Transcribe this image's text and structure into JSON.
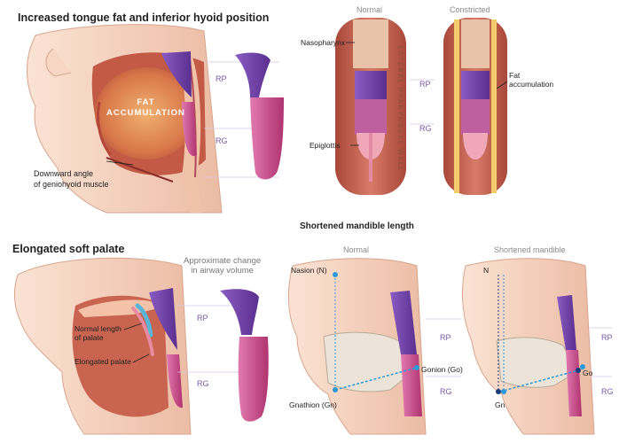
{
  "panels": {
    "tongue": {
      "title": "Increased tongue fat and inferior hyoid position",
      "fat_label": [
        "FAT",
        "ACCUMULATION"
      ],
      "callout": [
        "Downward angle",
        "of geniohyoid muscle"
      ],
      "rp": "RP",
      "rg": "RG"
    },
    "airway_section": {
      "normal_label": "Normal",
      "constricted_label": "Constricted",
      "nasopharynx": "Nasopharynx",
      "epiglottis": "Epiglottis",
      "fat_accumulation": [
        "Fat",
        "accumulation"
      ],
      "lateral_wall": "LATERAL PHARYNGEAL WALL",
      "rp": "RP",
      "rg": "RG"
    },
    "palate": {
      "title": "Elongated soft palate",
      "approx_change": [
        "Approximate change",
        "in airway volume"
      ],
      "normal_palate": [
        "Normal length",
        "of palate"
      ],
      "elongated_palate": "Elongated palate",
      "rp": "RP",
      "rg": "RG"
    },
    "mandible": {
      "title": "Shortened mandible length",
      "normal_label": "Normal",
      "shortened_label": "Shortened mandible",
      "nasion": "Nasion (N)",
      "gonion": "Gonion (Go)",
      "gnathion": "Gnathion (Gn)",
      "n_short": "N",
      "go_short": "Go",
      "gn_short": "Gn",
      "rp": "RP",
      "rg": "RG"
    }
  },
  "colors": {
    "purple": "#6a3fa0",
    "magenta": "#c0407f",
    "skin": "#f2cdb8",
    "muscle": "#c86a4a",
    "fat": "#f2d27a",
    "dot": "#2b9ad8"
  }
}
